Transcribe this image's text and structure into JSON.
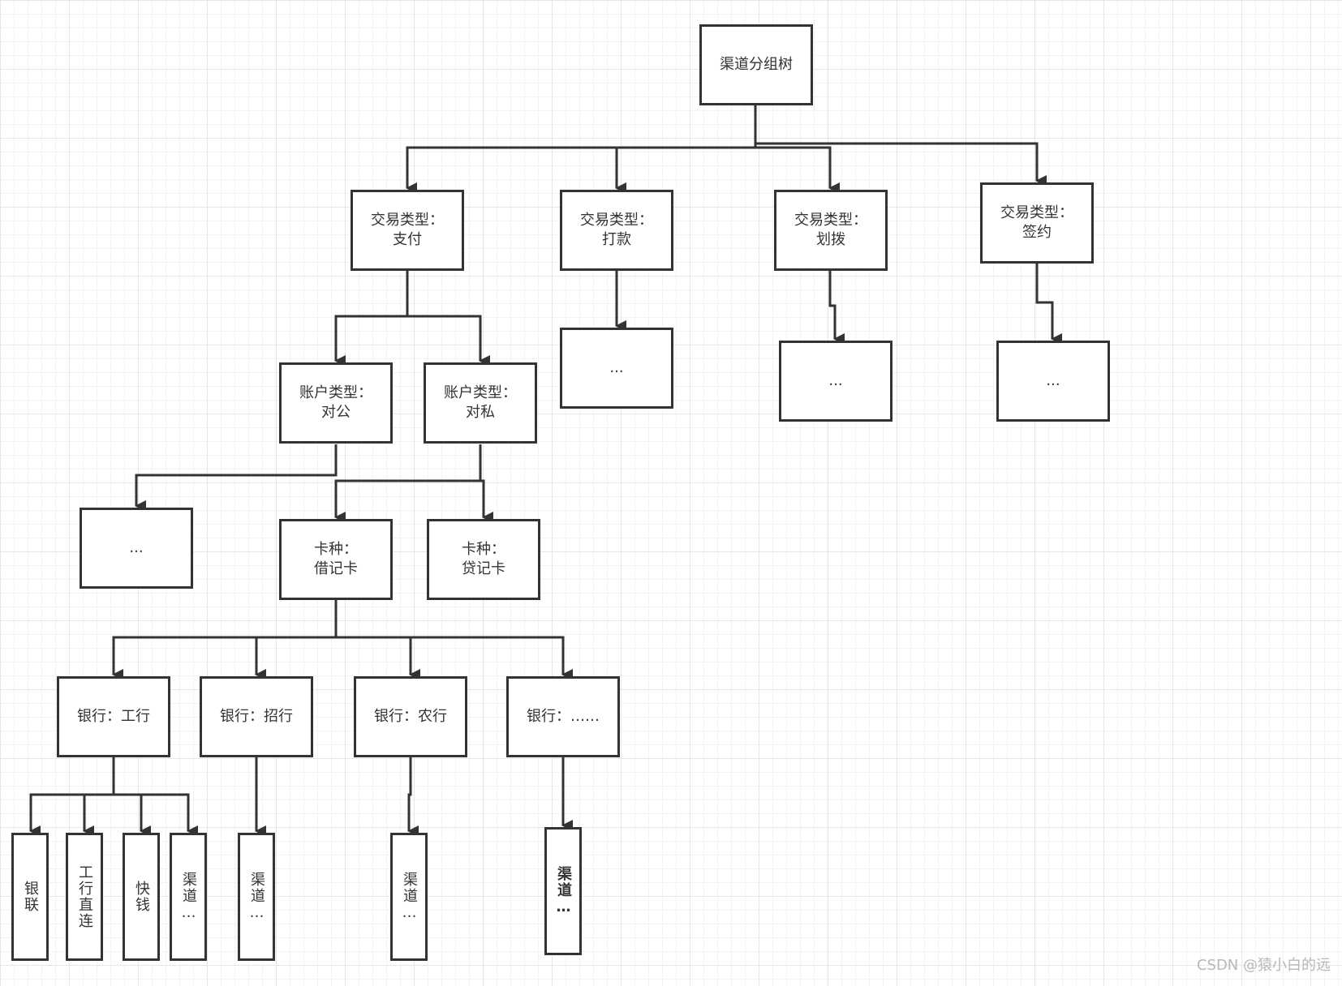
{
  "diagram": {
    "line_color": "#333333",
    "grid_color": "#e6e6e6",
    "nodes": {
      "root": "渠道分组树",
      "tx_pay": "交易类型：\n支付",
      "tx_transfer": "交易类型：\n打款",
      "tx_allocate": "交易类型：\n划拨",
      "tx_sign": "交易类型：\n签约",
      "transfer_more": "...",
      "allocate_more": "...",
      "sign_more": "...",
      "acct_corporate": "账户类型：\n对公",
      "acct_private": "账户类型：\n对私",
      "corporate_more": "...",
      "card_debit": "卡种：\n借记卡",
      "card_credit": "卡种：\n贷记卡",
      "bank_icbc": "银行：工行",
      "bank_cmb": "银行：招行",
      "bank_abc": "银行：农行",
      "bank_more": "银行：……",
      "ch_unionpay": "银联",
      "ch_icbc_direct": "工行直连",
      "ch_kuaiqian": "快钱",
      "ch_icbc_more": "渠道…",
      "ch_cmb_more": "渠道…",
      "ch_abc_more": "渠道…",
      "ch_bank_more": "渠道…"
    }
  },
  "watermark": "CSDN @猿小白的远"
}
